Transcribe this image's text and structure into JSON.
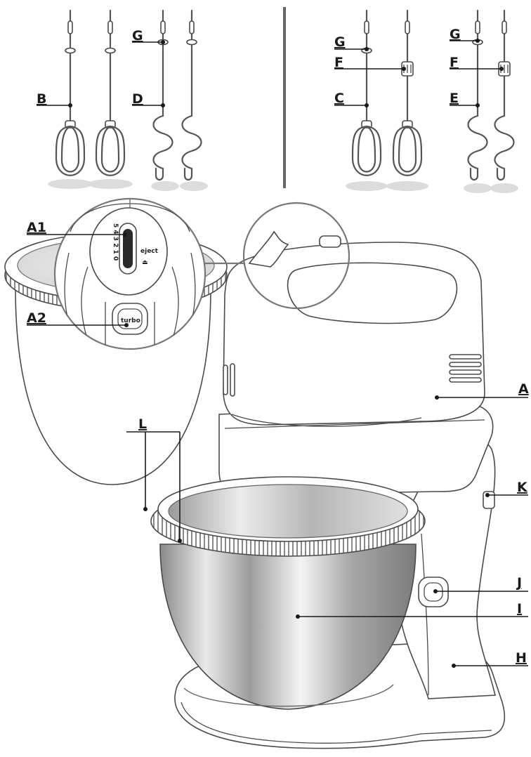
{
  "labels": {
    "a1": "A1",
    "a2": "A2",
    "a": "A",
    "b": "B",
    "c": "C",
    "d": "D",
    "e": "E",
    "f_left": "F",
    "f_right": "F",
    "g_left": "G",
    "g_mid": "G",
    "g_right": "G",
    "h": "H",
    "i": "I",
    "j": "J",
    "k": "K",
    "l": "L"
  },
  "panel": {
    "speeds": "5 4 3 2 1 0",
    "eject": "eject",
    "turbo": "turbo"
  },
  "colors": {
    "outline": "#4a4a4a",
    "label": "#1a1a1a",
    "bowl_steel": "#b8b8b8",
    "shadow": "#dcdcdc"
  }
}
